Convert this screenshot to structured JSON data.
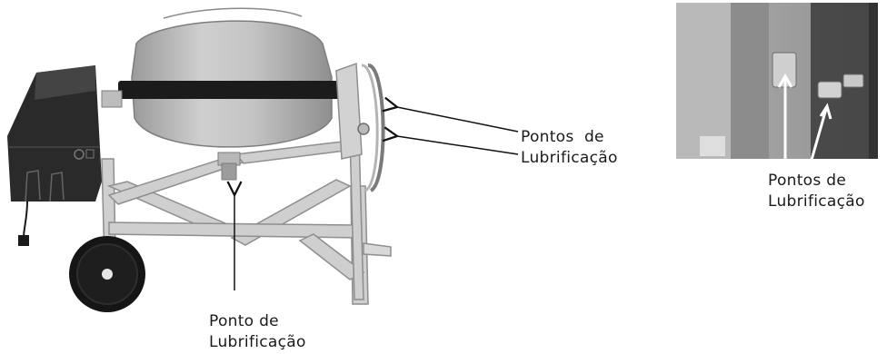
{
  "labels": {
    "drum_points": {
      "line1": "Pontos  de",
      "line2": "Lubrificação"
    },
    "bottom_point": {
      "line1": "Ponto de",
      "line2": "Lubrificação"
    },
    "photo_points": {
      "line1": "Pontos de",
      "line2": "Lubrificação"
    }
  },
  "colors": {
    "steel_light": "#d4d4d4",
    "steel_mid": "#bcbcbc",
    "steel_dark": "#8e8e8e",
    "black_part": "#1c1c1c",
    "photo_bg": "#5a5a5a",
    "arrow": "#111111"
  }
}
